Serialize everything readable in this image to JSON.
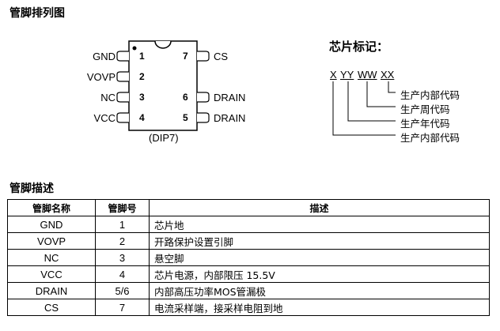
{
  "pin_arrangement": {
    "title": "管脚排列图",
    "package_label": "(DIP7)",
    "left_pins": [
      {
        "name": "GND",
        "number": "1"
      },
      {
        "name": "VOVP",
        "number": "2"
      },
      {
        "name": "NC",
        "number": "3"
      },
      {
        "name": "VCC",
        "number": "4"
      }
    ],
    "right_pins": [
      {
        "name": "CS",
        "number": "7"
      },
      {
        "name": "DRAIN",
        "number": "6"
      },
      {
        "name": "DRAIN",
        "number": "5"
      }
    ]
  },
  "chip_marking": {
    "title": "芯片标记：",
    "codes": [
      "X",
      "YY",
      "WW",
      "XX"
    ],
    "labels": [
      "生产内部代码",
      "生产周代码",
      "生产年代码",
      "生产内部代码"
    ]
  },
  "pin_description": {
    "title": "管脚描述",
    "headers": [
      "管脚名称",
      "管脚号",
      "描述"
    ],
    "rows": [
      [
        "GND",
        "1",
        "芯片地"
      ],
      [
        "VOVP",
        "2",
        "开路保护设置引脚"
      ],
      [
        "NC",
        "3",
        "悬空脚"
      ],
      [
        "VCC",
        "4",
        "芯片电源，内部限压 15.5V"
      ],
      [
        "DRAIN",
        "5/6",
        "内部高压功率MOS管漏极"
      ],
      [
        "CS",
        "7",
        "电流采样端，接采样电阻到地"
      ]
    ]
  }
}
